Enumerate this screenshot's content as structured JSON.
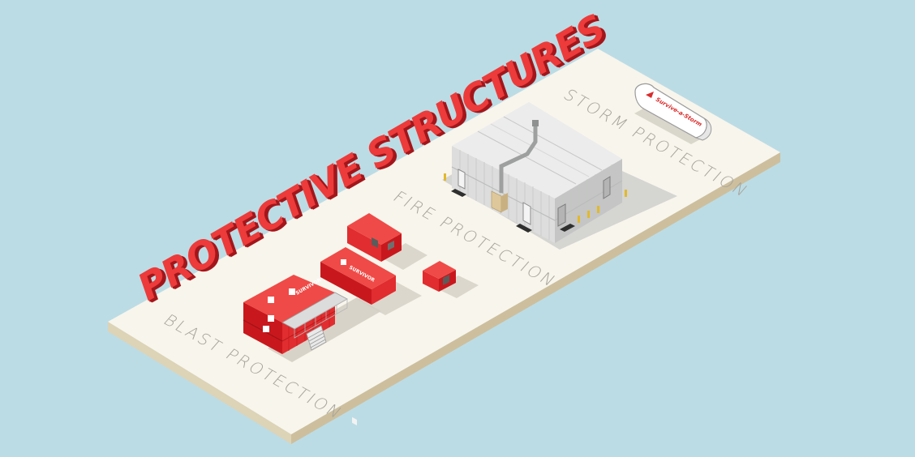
{
  "title": "PROTECTIVE STRUCTURES",
  "sections": {
    "blast": "BLAST PROTECTION",
    "fire": "FIRE PROTECTION",
    "storm": "STORM PROTECTION"
  },
  "branding": {
    "container_mark": "SURVIVOR",
    "shelter_mark": "Survive-a-Storm"
  },
  "colors": {
    "background": "#bcdce5",
    "platform_top": "#f8f5ec",
    "platform_side": "#d9ceb0",
    "title_red": "#ec3b3a",
    "container_red": "#e12d2f",
    "building_gray": "#d8d9d8",
    "label_gray": "#a7a49c"
  }
}
